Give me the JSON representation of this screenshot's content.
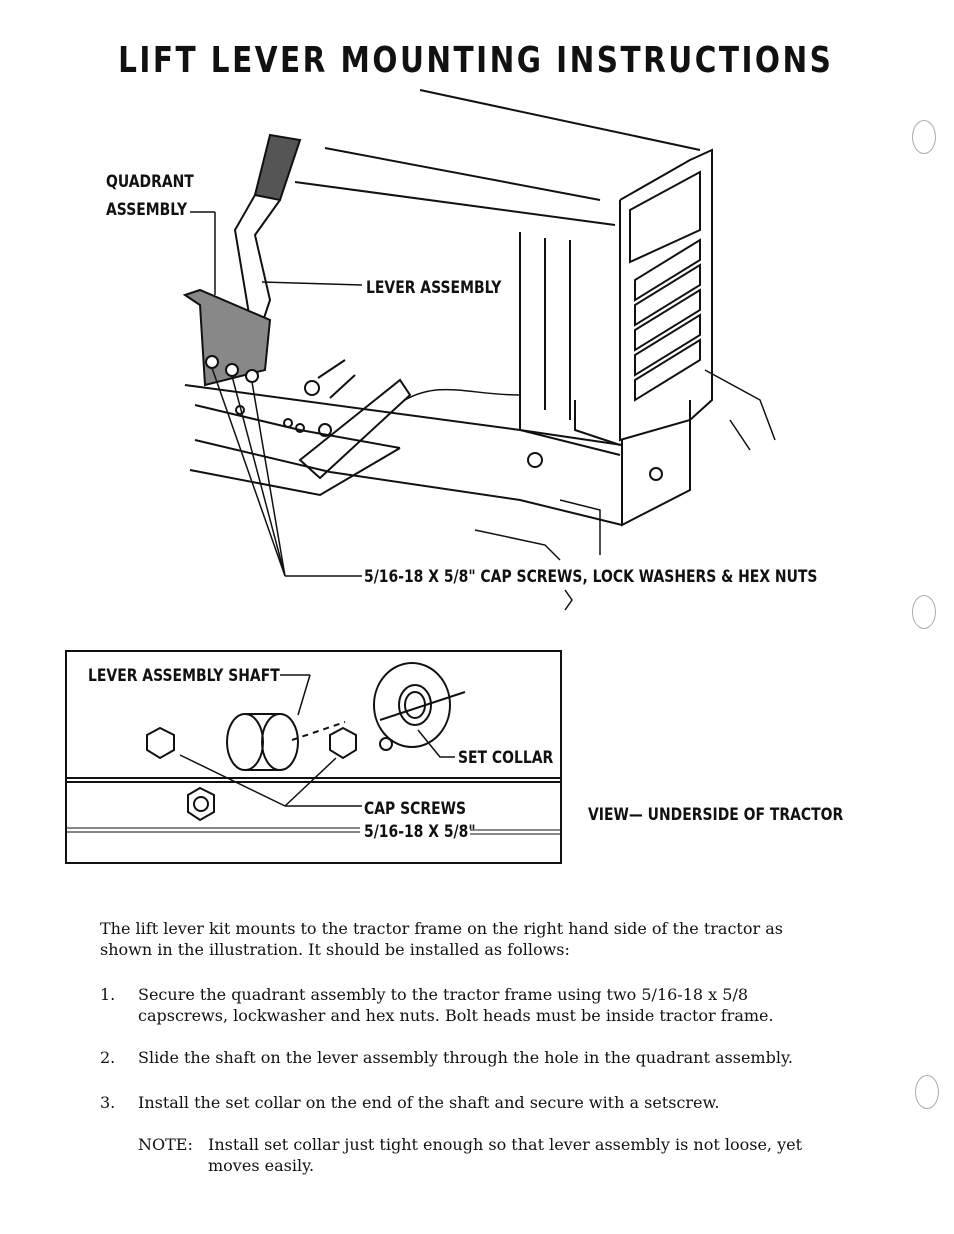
{
  "title": "LIFT LEVER MOUNTING INSTRUCTIONS",
  "labels": {
    "quadrant_line1": "QUADRANT",
    "quadrant_line2": "ASSEMBLY",
    "lever_assembly": "LEVER ASSEMBLY",
    "fasteners": "5/16-18 X 5/8\" CAP SCREWS, LOCK WASHERS & HEX NUTS"
  },
  "inset": {
    "shaft_label": "LEVER ASSEMBLY SHAFT",
    "set_collar": "SET COLLAR",
    "cap_screws": "CAP SCREWS",
    "cap_screws_size": "5/16-18 X 5/8\""
  },
  "view_label": "VIEW— UNDERSIDE OF TRACTOR",
  "intro": "The lift lever kit mounts to the tractor frame on the right hand side of the tractor as shown in the illustration. It should be installed as follows:",
  "steps": [
    {
      "num": "1.",
      "text": "Secure the quadrant assembly to the tractor frame using two 5/16-18 x 5/8 capscrews, lockwasher and hex nuts. Bolt heads must be inside tractor frame."
    },
    {
      "num": "2.",
      "text": "Slide the shaft on the lever assembly through the hole in the quadrant assembly."
    },
    {
      "num": "3.",
      "text": "Install the set collar on the end of the shaft and secure with a setscrew."
    }
  ],
  "note": {
    "label": "NOTE:",
    "text": "Install set collar just tight enough so that lever assembly is not loose, yet moves easily."
  }
}
